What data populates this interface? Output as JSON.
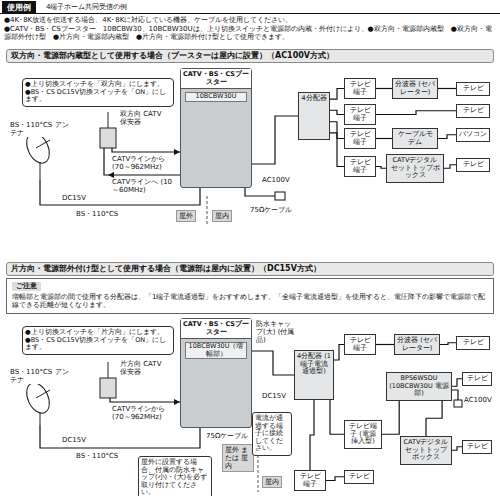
{
  "diagram": {
    "title": "使用例",
    "nodes": [
      {
        "text": [
          "●上り切換スイッチを「双方向」にします。",
          "●BS・CS DC15V切換スイッチを「ON」にします。"
        ]
      },
      {
        "text": [
          "CATV・BS・CSブースター",
          "10BCBW30U"
        ]
      },
      {
        "text": [
          "4分配器"
        ]
      },
      {
        "text": [
          "テレビ端子"
        ]
      },
      {
        "text": [
          "分波器 (セパレーター)"
        ]
      },
      {
        "text": [
          "テレビ"
        ]
      },
      {
        "text": [
          "テレビ端子"
        ]
      },
      {
        "text": [
          "テレビ"
        ]
      },
      {
        "text": [
          "テレビ端子"
        ]
      },
      {
        "text": [
          "ケーブルモデム"
        ]
      },
      {
        "text": [
          "パソコン"
        ]
      },
      {
        "text": [
          "テレビ端子"
        ]
      },
      {
        "text": [
          "CATVデジタル セットトップボックス"
        ]
      },
      {
        "text": [
          "テレビ"
        ]
      },
      {
        "text": [
          "ご注意",
          "増幅部と電源部の間で使用する分配器は、「1端子電流通過型」をおすすめします。「全端子電流通過型」を使用すると、電圧降下の影響で電源部で配線できる距離が短くなります。"
        ]
      },
      {
        "text": [
          "●上り切換スイッチを「片方向」にします。",
          "●BS・CS DC15V切換スイッチを「ON」にします。"
        ]
      },
      {
        "text": [
          "CATV・BS・CSブースター",
          "10BCBW30U（増幅部）"
        ]
      },
      {
        "text": [
          "4分配器 (1端子電流通過型)"
        ]
      },
      {
        "text": [
          "テレビ端子"
        ]
      },
      {
        "text": [
          "分波器 (セパレーター)"
        ]
      },
      {
        "text": [
          "テレビ"
        ]
      },
      {
        "text": [
          "BPS6WSDU",
          "(10BCBW30U 電源部)"
        ]
      },
      {
        "text": [
          "テレビ"
        ]
      },
      {
        "text": [
          "電流が通過する端子に接続してください。"
        ]
      },
      {
        "text": [
          "テレビ端子 (電源挿入型)"
        ]
      },
      {
        "text": [
          "CATVデジタル セットトップボックス"
        ]
      },
      {
        "text": [
          "テレビ端子"
        ]
      },
      {
        "text": [
          "テレビ"
        ]
      },
      {
        "text": [
          "テレビ"
        ]
      },
      {
        "text": [
          "屋外に設置する場合、付属の防水キャップ(小)・(大)を必ず取り付けてください。"
        ]
      }
    ],
    "edges": [
      {
        "from": 1,
        "to": 2,
        "arrow": "none"
      },
      {
        "from": 2,
        "to": 3,
        "arrow": "none"
      },
      {
        "from": 2,
        "to": 6,
        "arrow": "none"
      },
      {
        "from": 2,
        "to": 8,
        "arrow": "none"
      },
      {
        "from": 2,
        "to": 11,
        "arrow": "none"
      },
      {
        "from": 3,
        "to": 4,
        "arrow": "none"
      },
      {
        "from": 4,
        "to": 5,
        "arrow": "none"
      },
      {
        "from": 6,
        "to": 7,
        "arrow": "none"
      },
      {
        "from": 8,
        "to": 9,
        "arrow": "none"
      },
      {
        "from": 9,
        "to": 10,
        "arrow": "none"
      },
      {
        "from": 11,
        "to": 12,
        "arrow": "none"
      },
      {
        "from": 12,
        "to": 13,
        "arrow": "none"
      },
      {
        "from": 16,
        "to": 17,
        "arrow": "none"
      },
      {
        "from": 17,
        "to": 18,
        "arrow": "none"
      },
      {
        "from": 18,
        "to": 19,
        "arrow": "none"
      },
      {
        "from": 19,
        "to": 20,
        "arrow": "none"
      },
      {
        "from": 17,
        "to": 24,
        "arrow": "none"
      },
      {
        "from": 24,
        "to": 21,
        "arrow": "none"
      },
      {
        "from": 21,
        "to": 22,
        "arrow": "none"
      },
      {
        "from": 17,
        "to": 26,
        "arrow": "none"
      },
      {
        "from": 26,
        "to": 27,
        "arrow": "none"
      },
      {
        "from": 21,
        "to": 25,
        "arrow": "none"
      },
      {
        "from": 25,
        "to": 28,
        "arrow": "none"
      }
    ],
    "labels": [
      "4端子ホーム共同受信の例",
      "●4K･8K放送を伝送する場合、4K･8Kに対応している機器、ケーブルを使用してください。",
      "●CATV・BS・CSブースター　10BCBW30、10BCBW30Uは、上り切換スイッチと電源部の内蔵・外付けにより、●双方向・電源部内蔵型　●双方向・電源部外付け型　●片方向・電源部内蔵型　●片方向・電源部外付け型として使用できます。",
      "双方向・電源部内蔵型として使用する場合（ブースターは屋内に設置）（AC100V方式）",
      "BS・110°CS アンテナ",
      "双方向 CATV保安器",
      "CATVラインから (70～962MHz)",
      "CATVラインへ (10～60MHz)",
      "DC15V",
      "BS・110°CS",
      "屋外",
      "屋内",
      "AC100V",
      "75Ωケーブル",
      "片方向・電源部外付け型として使用する場合（電源部は屋内に設置）（DC15V方式）",
      "BS・110°CS アンテナ",
      "片方向 CATV保安器",
      "CATVラインから (70～962MHz)",
      "DC15V",
      "BS・110°CS",
      "75Ωケーブル",
      "屋外 または 屋内",
      "屋内",
      "防水キャップ(大) (付属品)",
      "DC15V",
      "AC100V"
    ]
  }
}
